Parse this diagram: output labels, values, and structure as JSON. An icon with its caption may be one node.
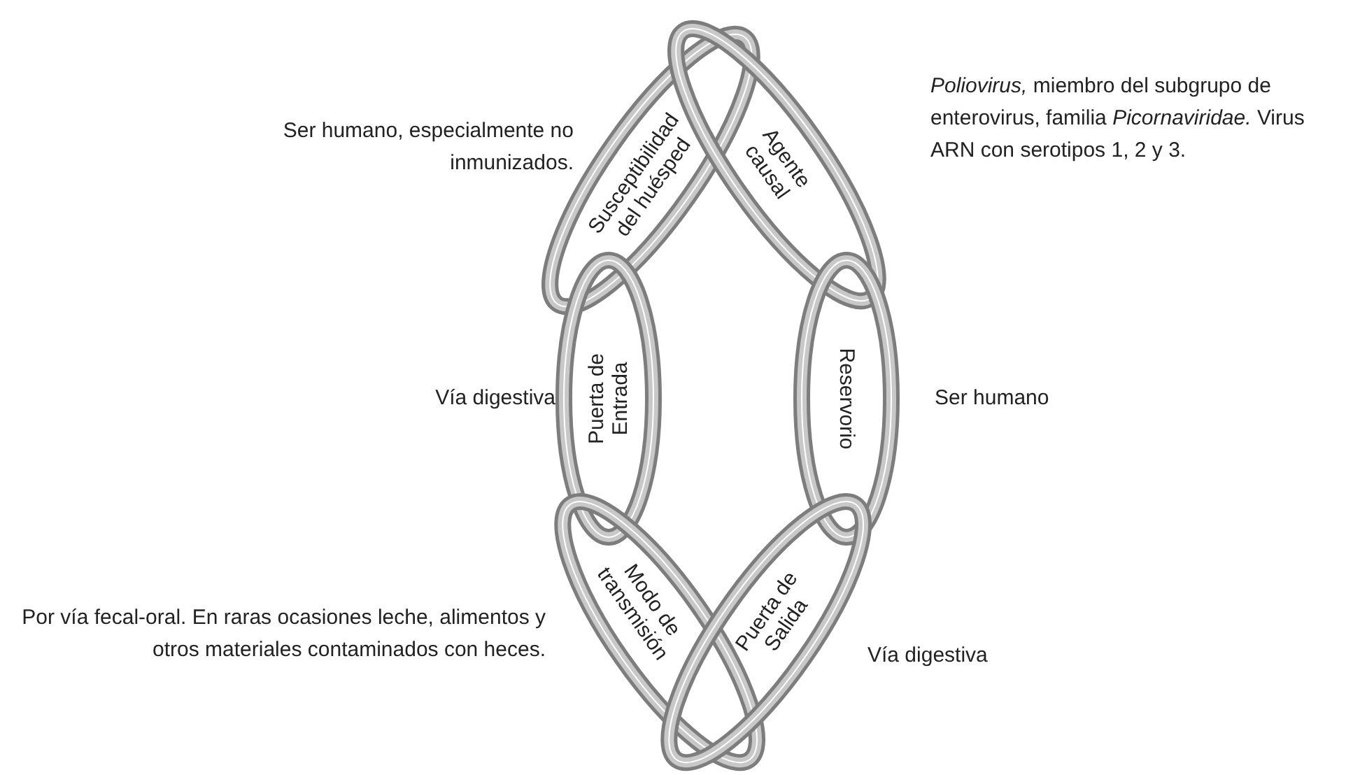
{
  "diagram": {
    "nodes": [
      {
        "text": [
          "Susceptibilidad del huésped"
        ],
        "beside": [
          "Ser humano, especialmente no inmunizados."
        ]
      },
      {
        "text": [
          "Agente causal"
        ],
        "beside": [
          "*Poliovirus,* miembro del subgrupo de enterovirus, familia *Picornaviridae.* Virus ARN con serotipos 1, 2 y 3."
        ]
      },
      {
        "text": [
          "Puerta de Entrada"
        ],
        "beside": [
          "Vía digestiva"
        ]
      },
      {
        "text": [
          "Reservorio"
        ],
        "beside": [
          "Ser humano"
        ]
      },
      {
        "text": [
          "Modo de transmisión"
        ],
        "beside": [
          "Por vía fecal-oral. En raras ocasiones leche, alimentos y otros materiales contaminados con heces."
        ]
      },
      {
        "text": [
          "Puerta de Salida"
        ],
        "beside": [
          "Vía digestiva"
        ]
      }
    ]
  }
}
